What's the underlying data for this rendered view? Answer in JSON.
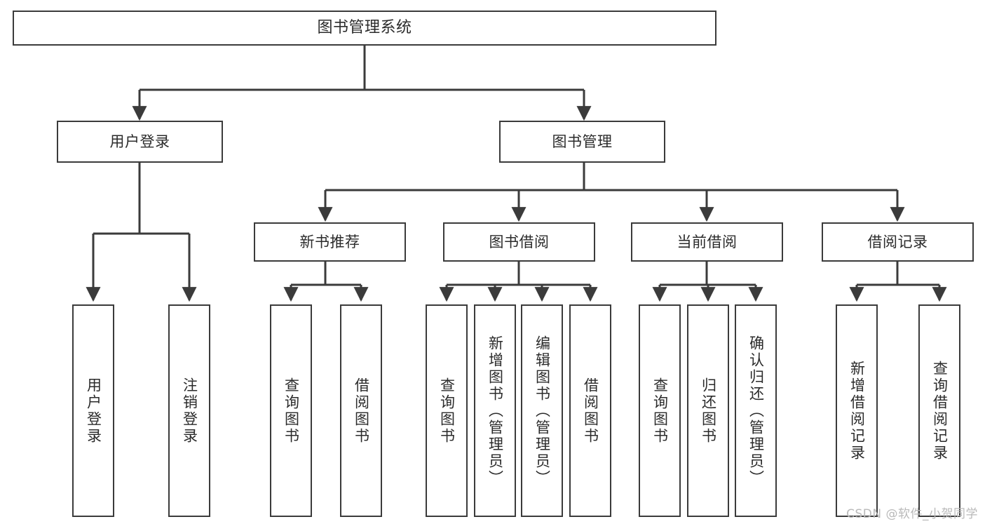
{
  "diagram": {
    "title": "图书管理系统",
    "type": "tree-hierarchy",
    "watermark": "CSDN @软件_小贺同学",
    "colors": {
      "box_border": "#3b3b3b",
      "box_fill": "#ffffff",
      "text": "#2b2b2b",
      "connector": "#3b3b3b",
      "watermark": "#b9b9b9"
    },
    "nodes": {
      "root": {
        "label": "图书管理系统"
      },
      "level1": [
        {
          "label": "用户登录"
        },
        {
          "label": "图书管理"
        }
      ],
      "level2": [
        {
          "label": "新书推荐"
        },
        {
          "label": "图书借阅"
        },
        {
          "label": "当前借阅"
        },
        {
          "label": "借阅记录"
        }
      ],
      "leaves": {
        "user_login": [
          {
            "label": "用户登录"
          },
          {
            "label": "注销登录"
          }
        ],
        "new_book_recommend": [
          {
            "label": "查询图书"
          },
          {
            "label": "借阅图书"
          }
        ],
        "book_borrow": [
          {
            "label": "查询图书"
          },
          {
            "label": "新增图书（管理员）"
          },
          {
            "label": "编辑图书（管理员）"
          },
          {
            "label": "借阅图书"
          }
        ],
        "current_borrow": [
          {
            "label": "查询图书"
          },
          {
            "label": "归还图书"
          },
          {
            "label": "确认归还（管理员）"
          }
        ],
        "borrow_record": [
          {
            "label": "新增借阅记录"
          },
          {
            "label": "查询借阅记录"
          }
        ]
      }
    }
  }
}
